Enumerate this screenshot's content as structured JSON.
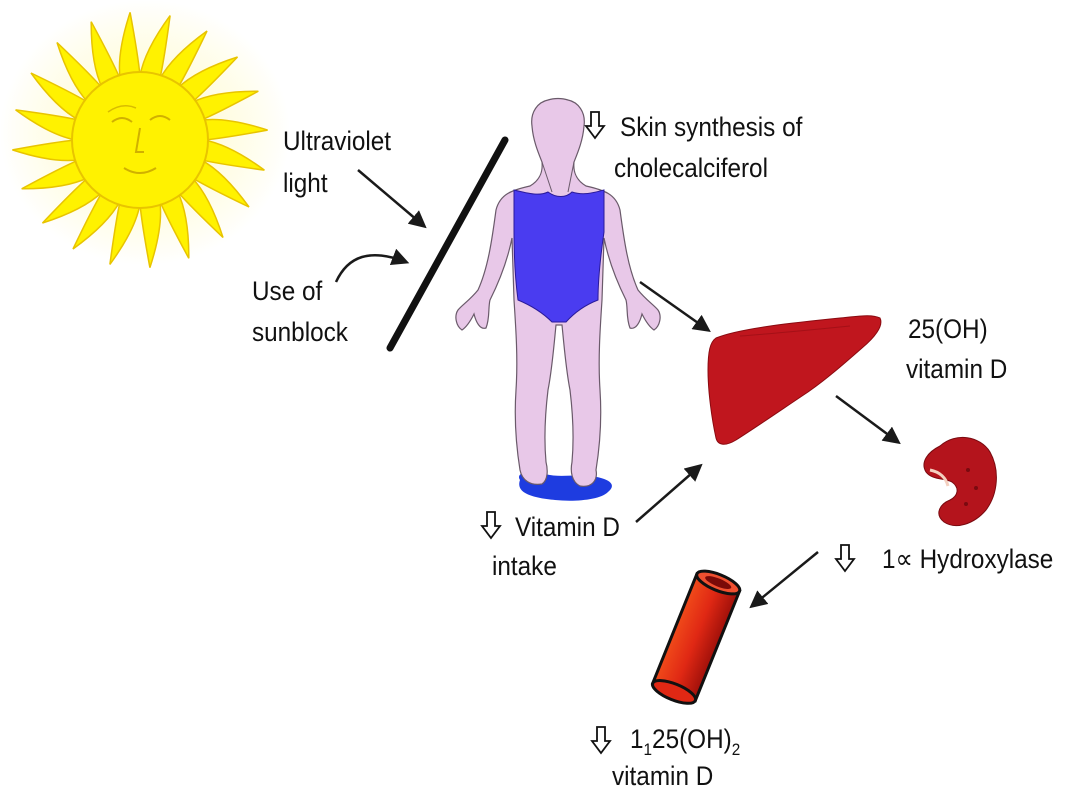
{
  "labels": {
    "uv_line1": "Ultraviolet",
    "uv_line2": "light",
    "sunblock_line1": "Use of",
    "sunblock_line2": "sunblock",
    "skin_line1": "Skin synthesis of",
    "skin_line2": "cholecalciferol",
    "liver_line1": "25(OH)",
    "liver_line2": "vitamin D",
    "intake_line1": "Vitamin D",
    "intake_line2": "intake",
    "hydroxylase": "1∝ Hydroxylase",
    "active_prefix": "1",
    "active_sub1": "1",
    "active_mid": "25(OH)",
    "active_sub2": "2",
    "active_line2": "vitamin D"
  },
  "icons": {
    "sun": "sun-icon",
    "human": "human-figure-icon",
    "liver": "liver-icon",
    "kidney": "kidney-icon",
    "vessel": "blood-vessel-icon",
    "decrease": "down-arrow-icon"
  },
  "colors": {
    "sun_rays": "#FFF200",
    "sun_outline": "#E8C400",
    "skin": "#E8C8E8",
    "swimsuit": "#4A3CF0",
    "puddle": "#1E3CE0",
    "liver": "#C0161E",
    "kidney": "#B4141C",
    "vessel": "#E02814",
    "arrow": "#1a1a1a"
  }
}
